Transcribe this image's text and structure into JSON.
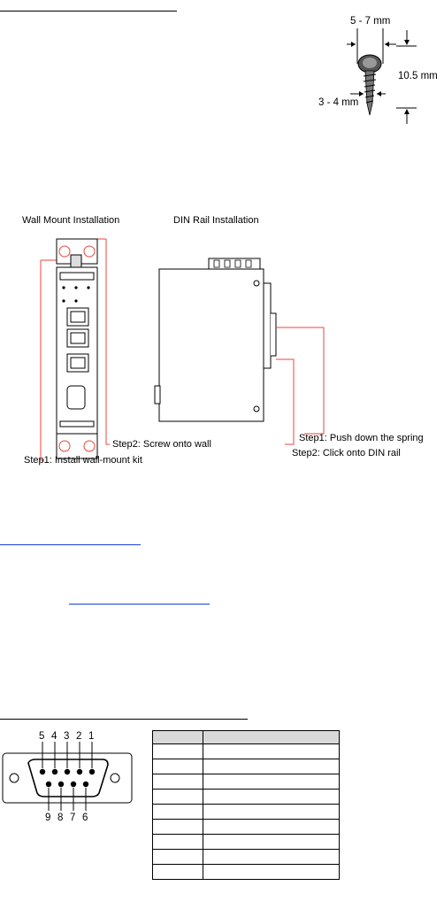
{
  "screw": {
    "head_dim": "5 - 7 mm",
    "length_dim": "10.5 mm",
    "shaft_dim": "3 - 4 mm"
  },
  "install": {
    "wall_title": "Wall Mount Installation",
    "din_title": "DIN Rail Installation",
    "wall_step1": "Step1: Install wall-mount kit",
    "wall_step2": "Step2: Screw onto wall",
    "din_step1": "Step1: Push down the spring",
    "din_step2": "Step2: Click onto DIN rail"
  },
  "connector": {
    "top_pins": [
      "5",
      "4",
      "3",
      "2",
      "1"
    ],
    "bottom_pins": [
      "9",
      "8",
      "7",
      "6"
    ]
  },
  "pin_table": {
    "header": [
      "",
      ""
    ],
    "rows": [
      [
        "",
        ""
      ],
      [
        "",
        ""
      ],
      [
        "",
        ""
      ],
      [
        "",
        ""
      ],
      [
        "",
        ""
      ],
      [
        "",
        ""
      ],
      [
        "",
        ""
      ],
      [
        "",
        ""
      ],
      [
        "",
        ""
      ]
    ]
  },
  "colors": {
    "callout": "#e8463c",
    "link": "#1a3fd6",
    "table_header": "#d9d9d9"
  }
}
